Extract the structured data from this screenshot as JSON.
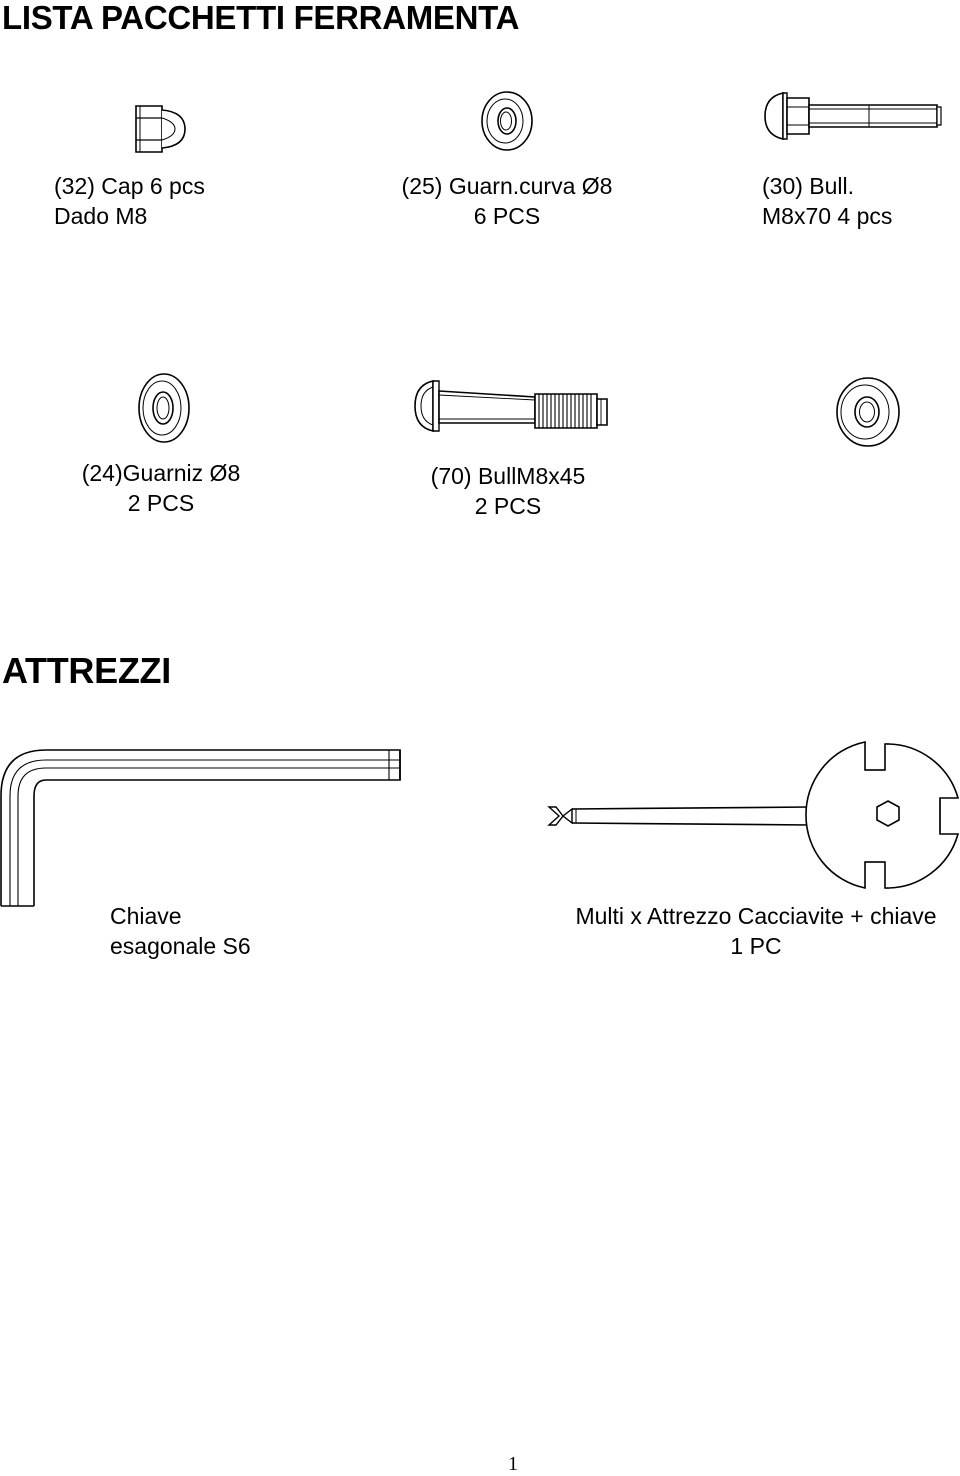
{
  "page": {
    "title": "LISTA PACCHETTI FERRAMENTA",
    "page_number": "1"
  },
  "hardware": {
    "items": [
      {
        "lines": [
          "(32) Cap  6 pcs",
          "Dado M8"
        ],
        "icon": "cap-nut-icon"
      },
      {
        "lines": [
          "(25) Guarn.curva Ø8",
          "6 PCS"
        ],
        "icon": "curved-washer-icon"
      },
      {
        "lines": [
          "(30) Bull.",
          "M8x70 4 pcs"
        ],
        "icon": "bolt-m8x70-icon"
      },
      {
        "lines": [
          "(24)Guarniz Ø8",
          "2 PCS"
        ],
        "icon": "washer-icon"
      },
      {
        "lines": [
          "(70) BullM8x45",
          "2 PCS"
        ],
        "icon": "bolt-m8x45-icon"
      },
      {
        "lines": [],
        "icon": "washer-icon"
      }
    ]
  },
  "tools": {
    "heading": "ATTREZZI",
    "items": [
      {
        "lines": [
          "Chiave",
          "esagonale S6"
        ],
        "icon": "hex-key-icon"
      },
      {
        "lines": [
          "Multi x Attrezzo Cacciavite + chiave",
          "1 PC"
        ],
        "icon": "multi-tool-icon"
      }
    ]
  }
}
